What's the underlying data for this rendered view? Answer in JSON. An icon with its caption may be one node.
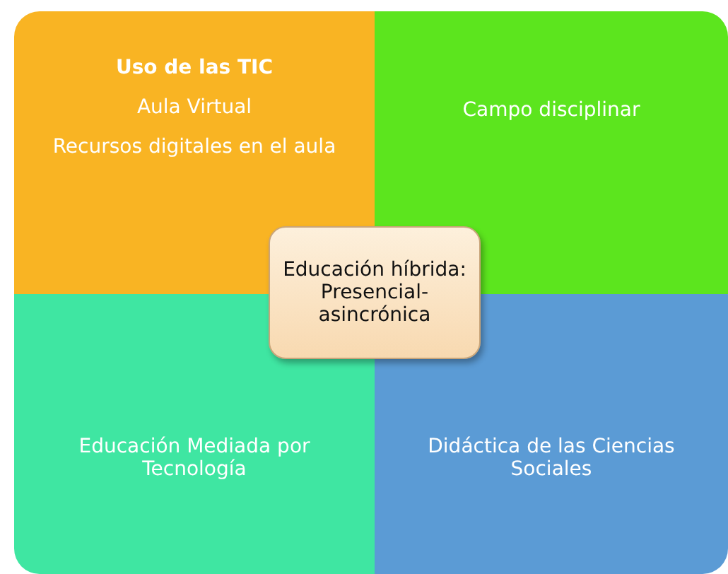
{
  "diagram": {
    "nodes": [
      {
        "text": [
          "Uso de las TIC",
          "Aula Virtual",
          "Recursos digitales en el aula"
        ]
      },
      {
        "text": [
          "Campo disciplinar"
        ]
      },
      {
        "text": [
          "Educación Mediada por Tecnología"
        ]
      },
      {
        "text": [
          "Didáctica de las Ciencias Sociales"
        ]
      },
      {
        "text": [
          "Educación híbrida: Presencial-asincrónica"
        ]
      }
    ]
  }
}
